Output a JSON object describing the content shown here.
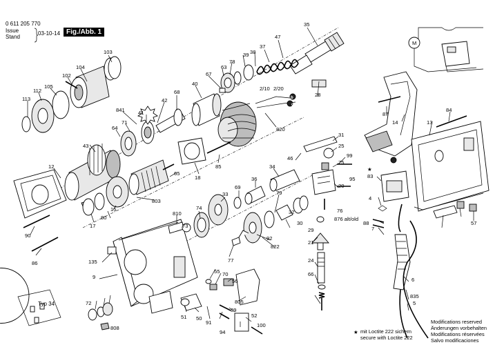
{
  "header": {
    "part_number": "0 611 205 770",
    "issue_label": "Issue",
    "stand_label": "Stand",
    "issue_date": "03-10-14",
    "figure_label": "Fig./Abb. 1"
  },
  "part_labels": [
    "35",
    "47",
    "38",
    "37",
    "103",
    "39",
    "78",
    "63",
    "104",
    "67",
    "102",
    "40",
    "105",
    "112",
    "2/10",
    "2/20",
    "28",
    "113",
    "68",
    "42",
    "841",
    "41",
    "71",
    "64",
    "43",
    "820",
    "31",
    "25",
    "99",
    "75",
    "46",
    "34",
    "12",
    "18",
    "85",
    "65",
    "83",
    "20",
    "95",
    "36",
    "69",
    "33",
    "4",
    "803",
    "74",
    "79",
    "76",
    "876 alt/old",
    "810",
    "32",
    "17",
    "80",
    "15",
    "9",
    "135",
    "77",
    "55",
    "70",
    "56",
    "92",
    "822",
    "21",
    "66",
    "24",
    "29",
    "30",
    "90",
    "86",
    "73",
    "51",
    "50",
    "91",
    "89",
    "94",
    "52",
    "100",
    "805",
    "6",
    "835",
    "5",
    "7",
    "88",
    "87",
    "14",
    "84",
    "13",
    "57",
    "72",
    "808",
    "b",
    "c"
  ],
  "inset_label": "Typ 34",
  "notes": {
    "loctite_de": "mit Loctite 222 sichern",
    "loctite_en": "secure with Loctite 222",
    "mods_de_1": "Modifications reserved",
    "mods_de_2": "Änderungen vorbehalten",
    "mods_fr": "Modifications réservées",
    "mods_es": "Salvo modificaciones"
  }
}
